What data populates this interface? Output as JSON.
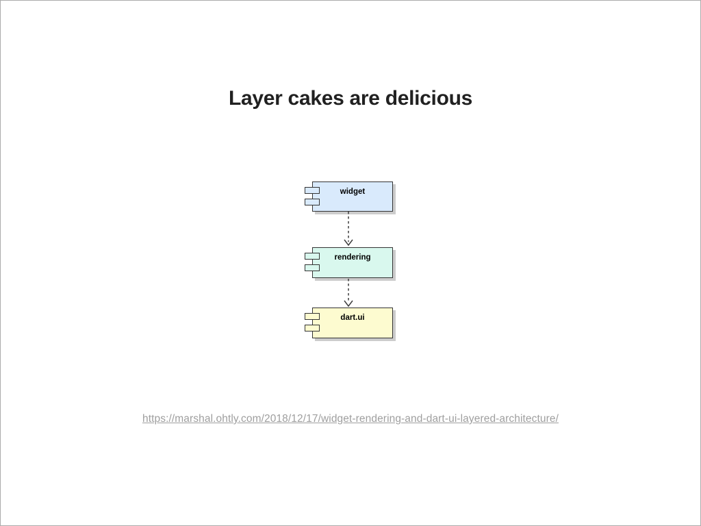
{
  "slide": {
    "title": "Layer cakes are delicious"
  },
  "diagram": {
    "type": "uml-component-layers",
    "components": [
      {
        "id": "widget",
        "label": "widget",
        "fill": "#d9eafc"
      },
      {
        "id": "rendering",
        "label": "rendering",
        "fill": "#d9f8ee"
      },
      {
        "id": "dart.ui",
        "label": "dart.ui",
        "fill": "#fdfbd0"
      }
    ],
    "arrows": [
      {
        "from": "widget",
        "to": "rendering",
        "style": "dashed",
        "head": "open"
      },
      {
        "from": "rendering",
        "to": "dart.ui",
        "style": "dashed",
        "head": "open"
      }
    ]
  },
  "footer": {
    "link": "https://marshal.ohtly.com/2018/12/17/widget-rendering-and-dart-ui-layered-architecture/"
  },
  "colors": {
    "title": "#212121",
    "border": "#333333",
    "shadow": "#cccccc",
    "arrow": "#3c3c3c",
    "link": "#9e9e9e",
    "slide_border": "#ababab"
  }
}
